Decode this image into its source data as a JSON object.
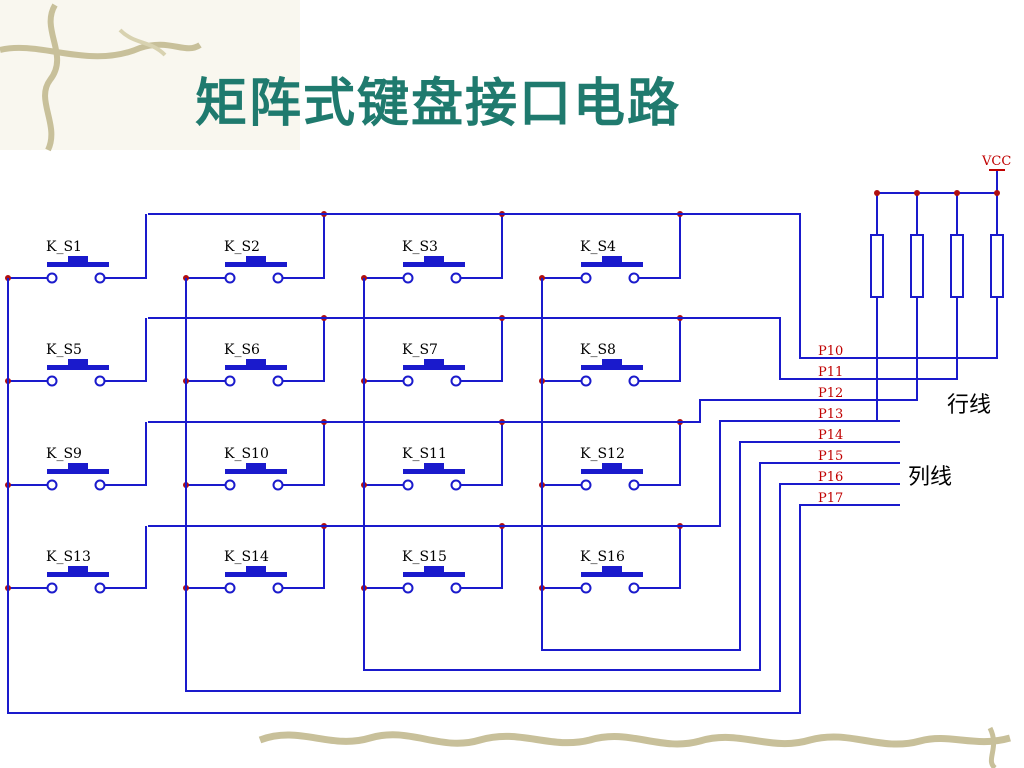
{
  "slide": {
    "title": "矩阵式键盘接口电路"
  },
  "circuit": {
    "supply_label": "VCC",
    "wire_color": "#1a1acc",
    "dot_color": "#b01010",
    "background_decoration": "vine-branch-ornament",
    "switches": [
      [
        "K_S1",
        "K_S2",
        "K_S3",
        "K_S4"
      ],
      [
        "K_S5",
        "K_S6",
        "K_S7",
        "K_S8"
      ],
      [
        "K_S9",
        "K_S10",
        "K_S11",
        "K_S12"
      ],
      [
        "K_S13",
        "K_S14",
        "K_S15",
        "K_S16"
      ]
    ],
    "ports": [
      "P10",
      "P11",
      "P12",
      "P13",
      "P14",
      "P15",
      "P16",
      "P17"
    ],
    "row_lines_label": "行线",
    "column_lines_label": "列线"
  }
}
